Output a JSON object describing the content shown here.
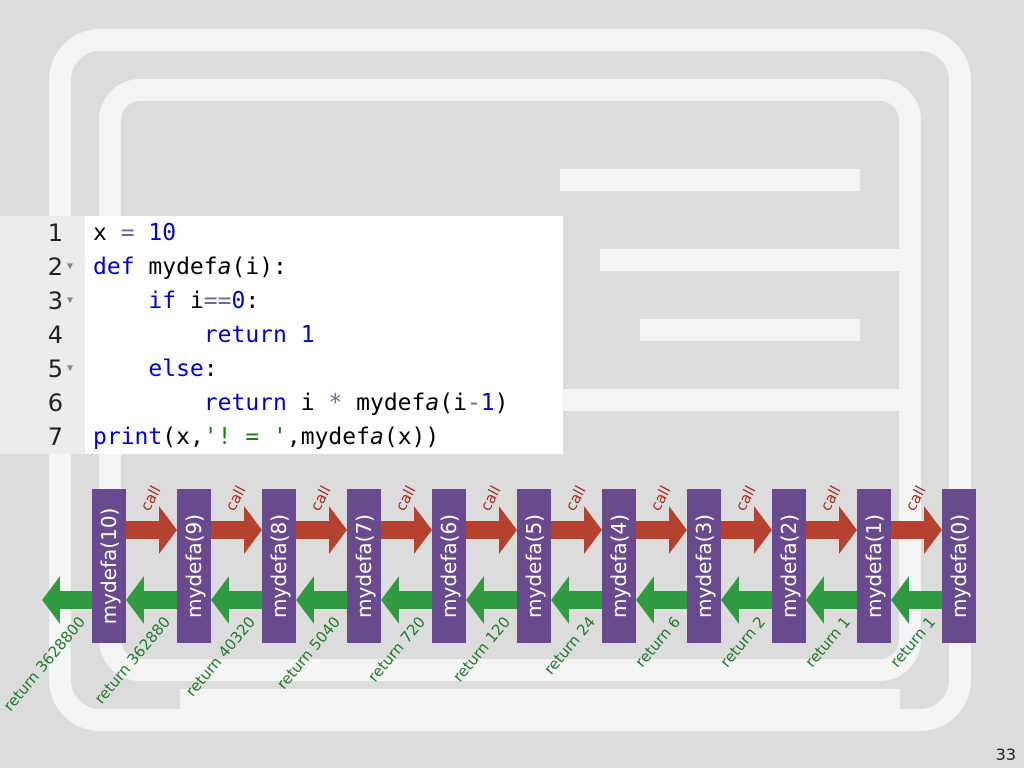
{
  "code": {
    "lines": [
      {
        "num": "1",
        "fold": false,
        "parts": [
          {
            "t": "x ",
            "c": ""
          },
          {
            "t": "=",
            "c": "op"
          },
          {
            "t": " ",
            "c": ""
          },
          {
            "t": "10",
            "c": "num"
          }
        ]
      },
      {
        "num": "2",
        "fold": true,
        "parts": [
          {
            "t": "def",
            "c": "kw"
          },
          {
            "t": " mydef",
            "c": ""
          },
          {
            "t": "a",
            "c": "it"
          },
          {
            "t": "(i):",
            "c": ""
          }
        ]
      },
      {
        "num": "3",
        "fold": true,
        "parts": [
          {
            "t": "    ",
            "c": ""
          },
          {
            "t": "if",
            "c": "kw"
          },
          {
            "t": " i",
            "c": ""
          },
          {
            "t": "==",
            "c": "op"
          },
          {
            "t": "0",
            "c": "num"
          },
          {
            "t": ":",
            "c": ""
          }
        ]
      },
      {
        "num": "4",
        "fold": false,
        "parts": [
          {
            "t": "        ",
            "c": ""
          },
          {
            "t": "return",
            "c": "kw"
          },
          {
            "t": " ",
            "c": ""
          },
          {
            "t": "1",
            "c": "num"
          }
        ]
      },
      {
        "num": "5",
        "fold": true,
        "parts": [
          {
            "t": "    ",
            "c": ""
          },
          {
            "t": "else",
            "c": "kw"
          },
          {
            "t": ":",
            "c": ""
          }
        ]
      },
      {
        "num": "6",
        "fold": false,
        "parts": [
          {
            "t": "        ",
            "c": ""
          },
          {
            "t": "return",
            "c": "kw"
          },
          {
            "t": " i ",
            "c": ""
          },
          {
            "t": "*",
            "c": "op"
          },
          {
            "t": " mydef",
            "c": ""
          },
          {
            "t": "a",
            "c": "it"
          },
          {
            "t": "(i",
            "c": ""
          },
          {
            "t": "-",
            "c": "op"
          },
          {
            "t": "1",
            "c": "num"
          },
          {
            "t": ")",
            "c": ""
          }
        ]
      },
      {
        "num": "7",
        "fold": false,
        "parts": [
          {
            "t": "print",
            "c": "kw"
          },
          {
            "t": "(x,",
            "c": ""
          },
          {
            "t": "'! = '",
            "c": "str"
          },
          {
            "t": ",mydef",
            "c": ""
          },
          {
            "t": "a",
            "c": "it"
          },
          {
            "t": "(x))",
            "c": ""
          }
        ]
      }
    ]
  },
  "diagram": {
    "frames": [
      "mydefa(10)",
      "mydefa(9)",
      "mydefa(8)",
      "mydefa(7)",
      "mydefa(6)",
      "mydefa(5)",
      "mydefa(4)",
      "mydefa(3)",
      "mydefa(2)",
      "mydefa(1)",
      "mydefa(0)"
    ],
    "call_label": "call",
    "returns": [
      "return 3628800",
      "return 362880",
      "return 40320",
      "return 5040",
      "return 720",
      "return 120",
      "return 24",
      "return 6",
      "return 2",
      "return 1",
      "return 1"
    ],
    "colors": {
      "frame": "#6a4a8e",
      "call": "#b5412f",
      "return": "#2f9a3f",
      "call_text": "#a52a1a",
      "return_text": "#1f7a2a"
    }
  },
  "page_number": "33"
}
